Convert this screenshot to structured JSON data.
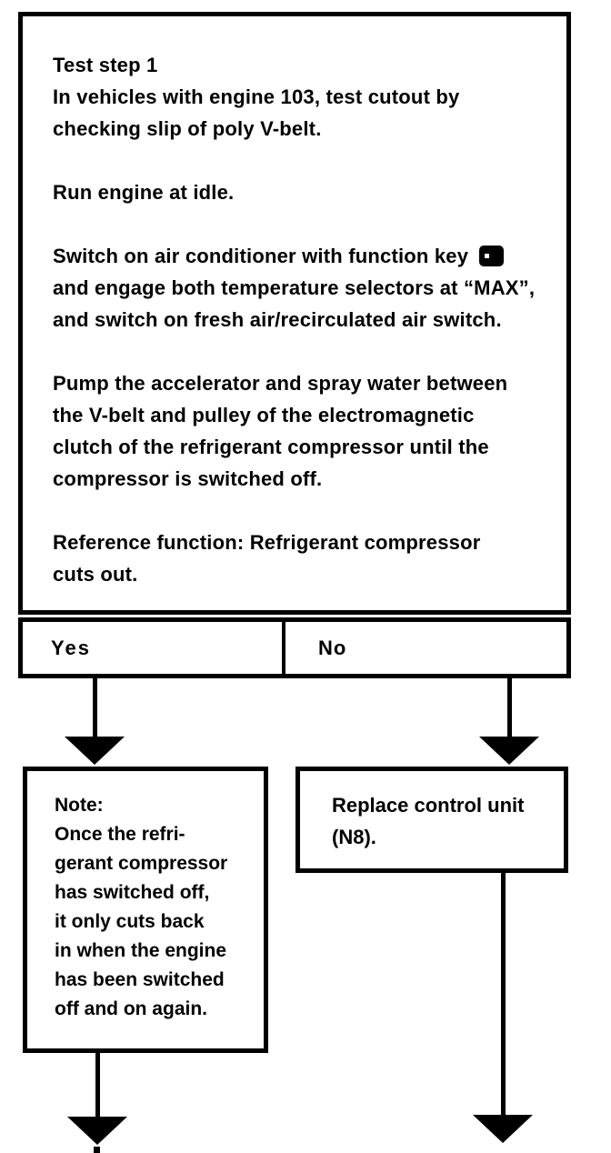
{
  "flowchart": {
    "main_box": {
      "heading": "Test step 1",
      "sections": [
        {
          "lines": [
            "In vehicles with engine 103, test cutout by",
            "checking slip of poly V-belt."
          ]
        },
        {
          "lines": [
            "Run engine at idle."
          ]
        },
        {
          "line_before_icon": "Switch on air conditioner with function key",
          "icon": "function-key-icon",
          "lines_after_icon": [
            "and engage both temperature selectors at “MAX”,",
            "and switch on fresh air/recirculated air switch."
          ]
        },
        {
          "lines": [
            "Pump the accelerator and spray water between",
            "the V-belt and pulley of the electromagnetic",
            "clutch of the refrigerant compressor until the",
            "compressor is switched off."
          ]
        },
        {
          "lines": [
            "Reference function: Refrigerant compressor",
            "cuts out."
          ]
        }
      ]
    },
    "decision_row": {
      "yes_label": "Yes",
      "no_label": "No"
    },
    "yes_branch": {
      "note_lines": [
        "Note:",
        "Once the refri-",
        "gerant compressor",
        "has switched off,",
        "it only cuts back",
        "in when the engine",
        "has been switched",
        "off and on again."
      ]
    },
    "no_branch": {
      "lines": [
        "Replace control unit",
        "(N8)."
      ]
    },
    "colors": {
      "ink": "#000000",
      "paper": "#ffffff"
    }
  }
}
